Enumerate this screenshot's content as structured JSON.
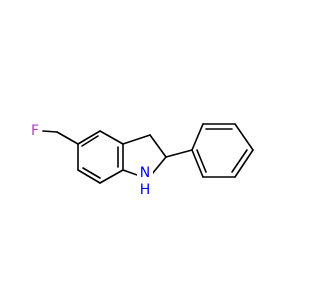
{
  "molecule": {
    "atoms": {
      "fluorine": {
        "symbol": "F",
        "color": "#b43cc8"
      },
      "nitrogen": {
        "symbol": "N",
        "color": "#0000ff"
      },
      "hydrogen": {
        "symbol": "H",
        "color": "#0000ff"
      }
    },
    "bond_color": "#000000"
  }
}
